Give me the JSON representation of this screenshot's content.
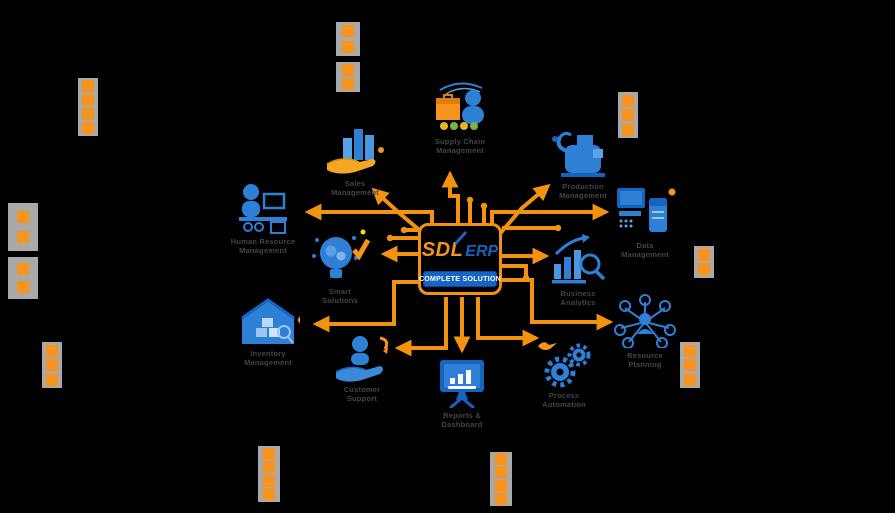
{
  "center": {
    "brand_primary": "SDL",
    "brand_secondary": "ERP",
    "banner": "COMPLETE SOLUTION"
  },
  "nodes": [
    {
      "id": "supply-chain",
      "line1": "Supply Chain",
      "line2": "Management"
    },
    {
      "id": "sales",
      "line1": "Sales",
      "line2": "Management"
    },
    {
      "id": "hr",
      "line1": "Human Resource",
      "line2": "Management"
    },
    {
      "id": "solutions",
      "line1": "Smart",
      "line2": "Solutions"
    },
    {
      "id": "inventory",
      "line1": "Inventory",
      "line2": "Management"
    },
    {
      "id": "crm",
      "line1": "Customer",
      "line2": "Support"
    },
    {
      "id": "reports",
      "line1": "Reports &",
      "line2": "Dashboard"
    },
    {
      "id": "automation",
      "line1": "Process",
      "line2": "Automation"
    },
    {
      "id": "resource",
      "line1": "Resource",
      "line2": "Planning"
    },
    {
      "id": "analytics",
      "line1": "Business",
      "line2": "Analytics"
    },
    {
      "id": "data",
      "line1": "Data",
      "line2": "Management"
    },
    {
      "id": "production",
      "line1": "Production",
      "line2": "Management"
    }
  ],
  "icons": [
    "supply-chain-icon",
    "sales-growth-icon",
    "hr-desk-icon",
    "idea-bulb-icon",
    "warehouse-icon",
    "customer-care-icon",
    "dashboard-icon",
    "gears-icon",
    "network-person-icon",
    "analytics-icon",
    "computer-server-icon",
    "production-machine-icon"
  ],
  "colors": {
    "accent": "#F7941D",
    "arrow": "#F2920F",
    "blue": "#2E80D6",
    "dark_blue": "#1565C0",
    "banner_bg": "#1565C4",
    "label": "#454545",
    "background": "#000000"
  }
}
